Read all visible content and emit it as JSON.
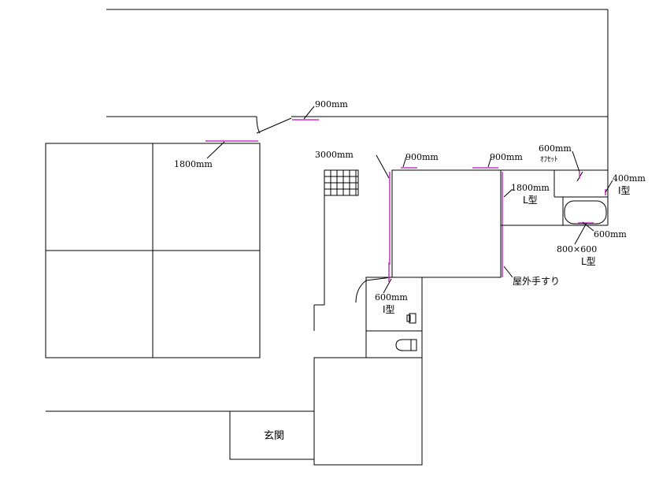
{
  "labels": {
    "door_900_top": "900mm",
    "rail_1800_left": "1800mm",
    "stair_3000": "3000mm",
    "rail_900_a": "900mm",
    "rail_900_b": "900mm",
    "rail_600_offset": "600mm",
    "offset_label": "ｵﾌｾｯﾄ",
    "rail_400": "400mm",
    "type_i_400": "I型",
    "rail_1800_right": "1800mm",
    "type_l_1800": "L型",
    "rail_600_bath": "600mm",
    "rail_800x600": "800×600",
    "type_l_800": "L型",
    "outdoor_handrail": "屋外手すり",
    "rail_600_toilet": "600mm",
    "type_i_600": "I型",
    "entrance": "玄関"
  },
  "colors": {
    "wall": "#000000",
    "handrail": "#cc33cc"
  }
}
